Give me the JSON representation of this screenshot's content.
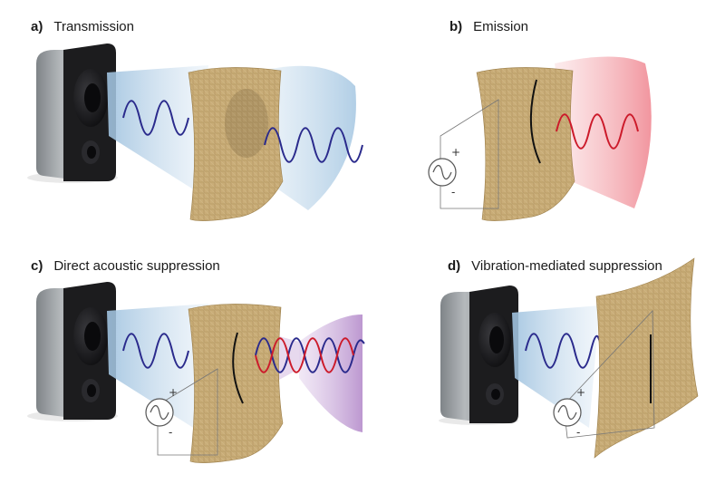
{
  "panels": [
    {
      "letter": "a)",
      "title": "Transmission"
    },
    {
      "letter": "b)",
      "title": "Emission"
    },
    {
      "letter": "c)",
      "title": "Direct acoustic suppression"
    },
    {
      "letter": "d)",
      "title": "Vibration-mediated suppression"
    }
  ],
  "source": {
    "plus": "+",
    "minus": "-"
  },
  "colors": {
    "incident_wave": "#2a2a8c",
    "emitted_wave": "#cc1a2a",
    "fabric": "#c9ad78",
    "speaker_side": "#9ea3a7",
    "speaker_front": "#1c1c1e",
    "beam_blue": "#bcd6ea",
    "beam_red": "#f4a8ae",
    "beam_purple": "#c9a6d8"
  },
  "icons": [
    "speaker-icon",
    "fabric-membrane-icon",
    "ac-source-icon",
    "sound-wave-icon"
  ]
}
